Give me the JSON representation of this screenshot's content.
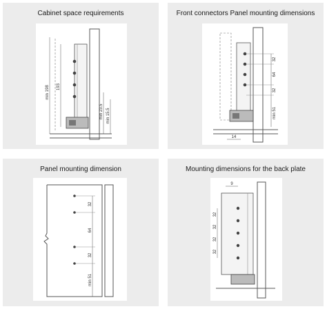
{
  "panels": [
    {
      "title": "Cabinet space requirements",
      "dims": {
        "min198": "min 198",
        "d193": "193",
        "min235": "min 23.5",
        "min155": "min 15.5"
      }
    },
    {
      "title": "Front connectors Panel mounting dimensions",
      "dims": {
        "d32a": "32",
        "d64": "64",
        "d32b": "32",
        "min51": "min 51",
        "d14": "14"
      }
    },
    {
      "title": "Panel mounting dimension",
      "dims": {
        "d32a": "32",
        "d64": "64",
        "d32b": "32",
        "min51": "min 51"
      }
    },
    {
      "title": "Mounting dimensions for the back plate",
      "dims": {
        "d9": "9",
        "d32a": "32",
        "d32b": "32",
        "d32c": "32",
        "d32d": "32"
      }
    }
  ]
}
